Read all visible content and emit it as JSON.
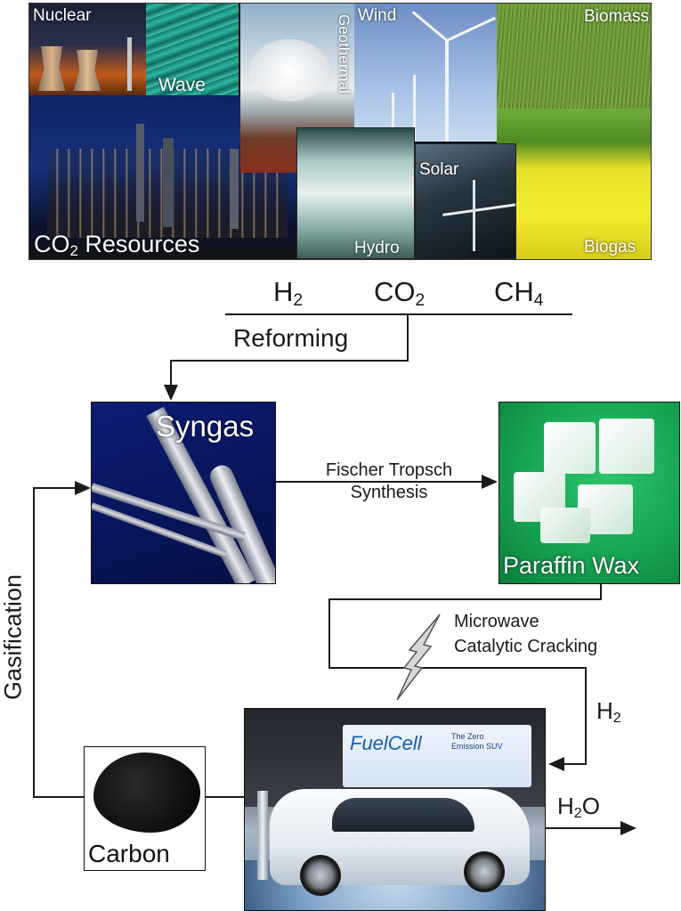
{
  "resources": {
    "nuclear": "Nuclear",
    "wave": "Wave",
    "geothermal": "Geothermal",
    "wind": "Wind",
    "biomass": "Biomass",
    "co2_resources_pre": "CO",
    "co2_resources_sub": "2",
    "co2_resources_post": " Resources",
    "hydro": "Hydro",
    "solar": "Solar",
    "biogas": "Biogas"
  },
  "gases": {
    "h2_main": "H",
    "h2_sub": "2",
    "co2_main": "CO",
    "co2_sub": "2",
    "ch4_main": "CH",
    "ch4_sub": "4"
  },
  "process": {
    "reforming": "Reforming",
    "syngas": "Syngas",
    "fischer_line1": "Fischer Tropsch",
    "fischer_line2": "Synthesis",
    "paraffin_wax": "Paraffin Wax",
    "microwave_line1": "Microwave",
    "microwave_line2": "Catalytic Cracking",
    "gasification": "Gasification",
    "carbon": "Carbon",
    "h2_out_main": "H",
    "h2_out_sub": "2",
    "h2o_main": "H",
    "h2o_sub": "2",
    "h2o_tail": "O"
  },
  "car_signage": {
    "fuel_cell": "FuelCell",
    "zero_line1": "The Zero",
    "zero_line2": "Emission SUV"
  }
}
